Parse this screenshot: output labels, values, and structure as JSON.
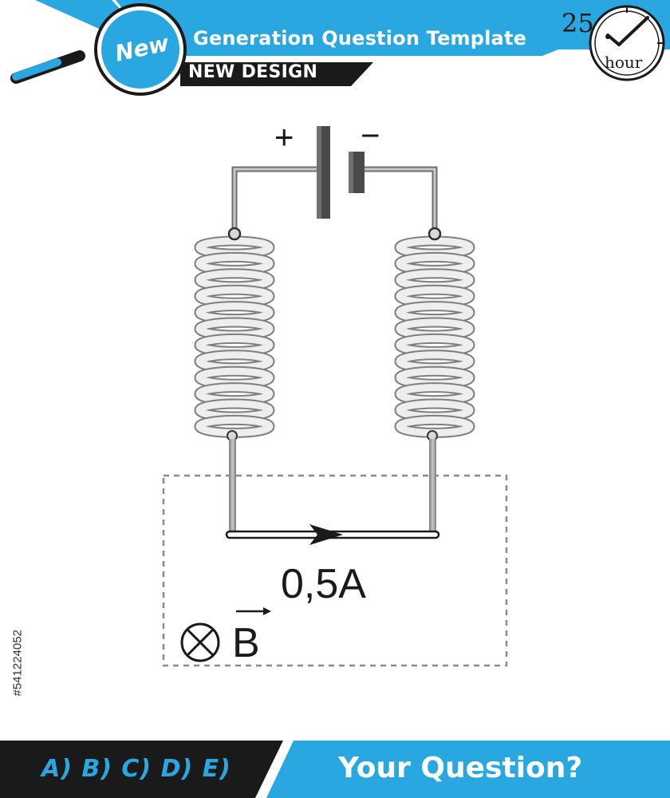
{
  "header": {
    "badge": "New",
    "title": "Generation Question Template",
    "subtitle": "NEW DESIGN",
    "timer_value": "25",
    "timer_unit": "hour"
  },
  "diagram": {
    "battery_plus": "+",
    "battery_minus": "−",
    "current_label": "0,5A",
    "field_label": "B"
  },
  "watermark": {
    "stock_id": "#541224052"
  },
  "footer": {
    "choices": "A) B) C) D) E)",
    "question": "Your Question?"
  },
  "colors": {
    "brand_blue": "#29a7e1",
    "dark": "#1a1a1a",
    "wire_gray": "#9a9a9a"
  }
}
